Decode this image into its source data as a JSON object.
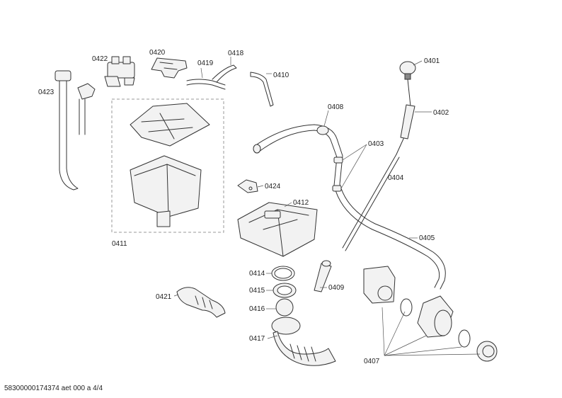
{
  "labels": {
    "p0401": "0401",
    "p0402": "0402",
    "p0403": "0403",
    "p0404": "0404",
    "p0405": "0405",
    "p0407": "0407",
    "p0408": "0408",
    "p0409": "0409",
    "p0410": "0410",
    "p0411": "0411",
    "p0412": "0412",
    "p0414": "0414",
    "p0415": "0415",
    "p0416": "0416",
    "p0417": "0417",
    "p0418": "0418",
    "p0419": "0419",
    "p0420": "0420",
    "p0421": "0421",
    "p0422": "0422",
    "p0423": "0423",
    "p0424": "0424"
  },
  "footer": "58300000174374 aet 000 a 4/4"
}
